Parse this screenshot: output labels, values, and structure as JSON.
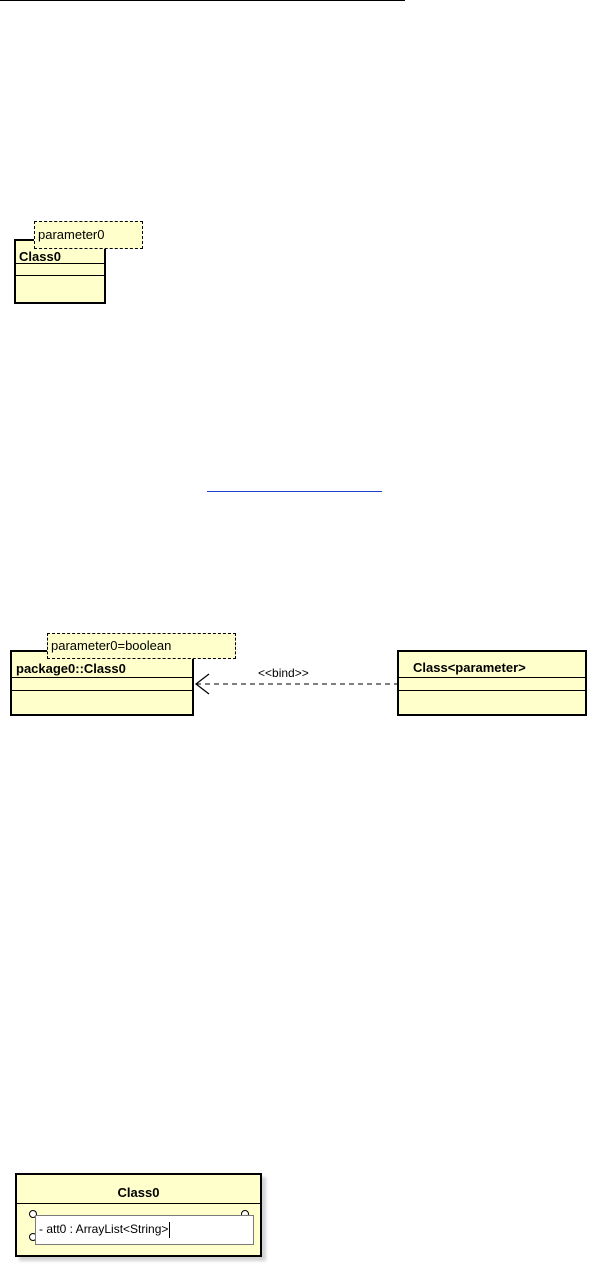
{
  "diagram1": {
    "class_name": "Class0",
    "template_parameter": "parameter0"
  },
  "diagram2": {
    "bound_class_name": "package0::Class0",
    "binding_parameter": "parameter0=boolean",
    "template_class_name": "Class<parameter>",
    "relation_label": "<<bind>>"
  },
  "diagram3": {
    "class_name": "Class0",
    "attribute_edit_value": "- att0 : ArrayList<String>"
  },
  "colors": {
    "class_fill": "#ffffcc",
    "border": "#000000",
    "link": "#1f3fd0"
  }
}
